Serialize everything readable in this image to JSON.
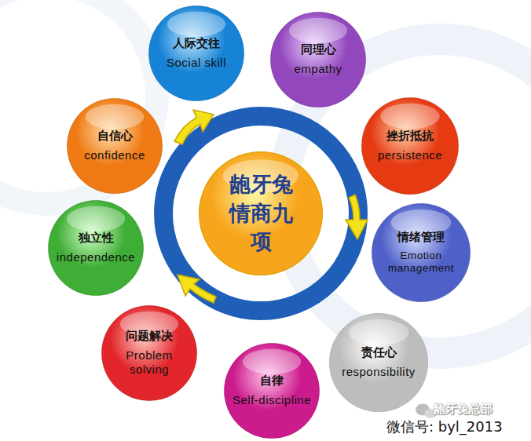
{
  "diagram": {
    "nodes": [
      {
        "text": [
          "龅牙兔 情商九项"
        ]
      },
      {
        "text": [
          "人际交往",
          "Social skill"
        ]
      },
      {
        "text": [
          "同理心",
          "empathy"
        ]
      },
      {
        "text": [
          "挫折抵抗",
          "persistence"
        ]
      },
      {
        "text": [
          "情绪管理",
          "Emotion management"
        ]
      },
      {
        "text": [
          "责任心",
          "responsibility"
        ]
      },
      {
        "text": [
          "自律",
          "Self-discipline"
        ]
      },
      {
        "text": [
          "问题解决",
          "Problem solving"
        ]
      },
      {
        "text": [
          "独立性",
          "independence"
        ]
      },
      {
        "text": [
          "自信心",
          "confidence"
        ]
      }
    ],
    "labels": [
      "龅牙兔总部",
      "微信号: byl_2013"
    ]
  }
}
